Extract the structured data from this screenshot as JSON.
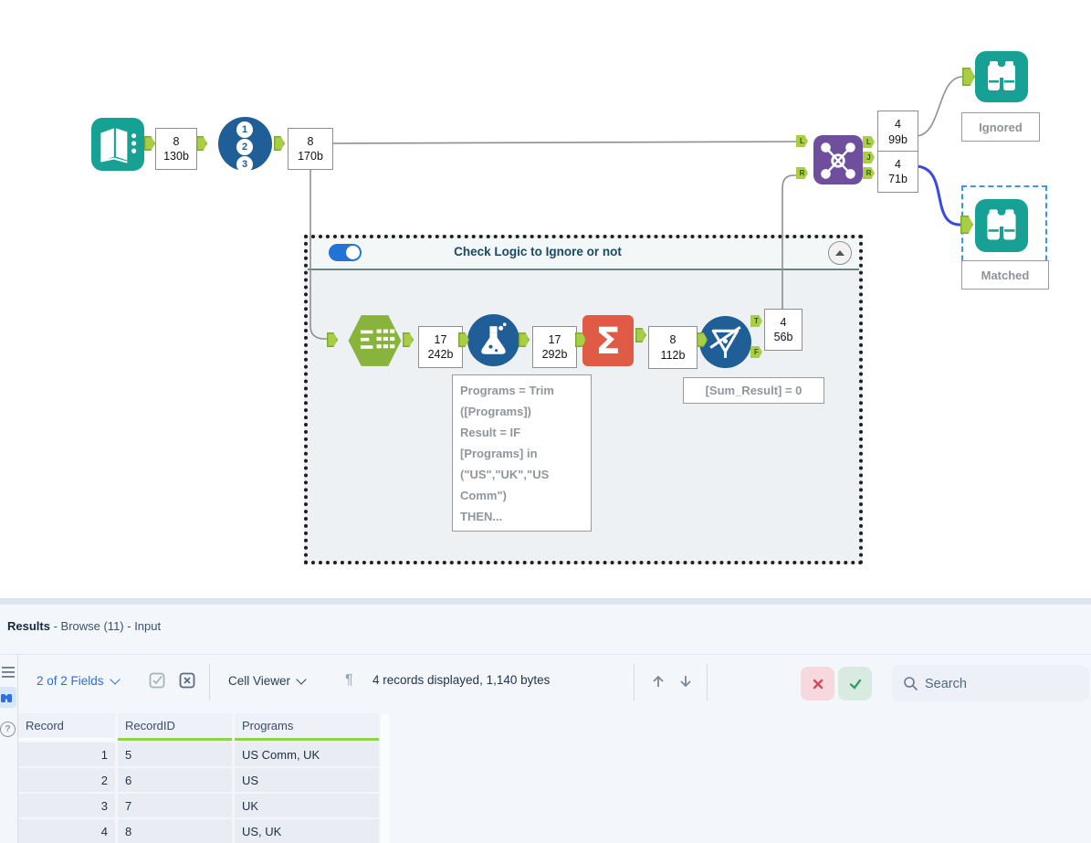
{
  "canvas": {
    "counts": {
      "input_out": {
        "records": "8",
        "size": "130b"
      },
      "recordid_out": {
        "records": "8",
        "size": "170b"
      },
      "ttc_out": {
        "records": "17",
        "size": "242b"
      },
      "formula_out": {
        "records": "17",
        "size": "292b"
      },
      "summarize_out": {
        "records": "8",
        "size": "112b"
      },
      "filter_true": {
        "records": "4",
        "size": "56b"
      },
      "join_left": {
        "records": "4",
        "size": "99b"
      },
      "join_join": {
        "records": "4",
        "size": "71b"
      }
    },
    "anchors": {
      "l": "L",
      "j": "J",
      "r": "R",
      "t": "T",
      "f": "F"
    },
    "container": {
      "title": "Check Logic to Ignore or not"
    },
    "comments": {
      "formula": "Programs = Trim\n([Programs])\nResult = IF\n[Programs] in\n(\"US\",\"UK\",\"US\nComm\")\nTHEN...",
      "filter": "[Sum_Result] = 0"
    },
    "labels": {
      "ignored": "Ignored",
      "matched": "Matched"
    },
    "icons": {
      "sigma": "Σ",
      "n1": "1",
      "n2": "2",
      "n3": "3"
    }
  },
  "results": {
    "title_bold": "Results",
    "title_rest": " - Browse (11) - Input",
    "toolbar": {
      "fields": "2 of 2 Fields",
      "cell_viewer": "Cell Viewer",
      "records_info": "4 records displayed, 1,140 bytes",
      "search_placeholder": "Search",
      "pilcrow": "¶",
      "help": "?"
    },
    "table": {
      "columns": [
        "Record",
        "RecordID",
        "Programs"
      ],
      "rows": [
        {
          "record": "1",
          "id": "5",
          "programs": "US Comm, UK"
        },
        {
          "record": "2",
          "id": "6",
          "programs": "US"
        },
        {
          "record": "3",
          "id": "7",
          "programs": "UK"
        },
        {
          "record": "4",
          "id": "8",
          "programs": "US, UK"
        }
      ]
    }
  },
  "colors": {
    "tool_teal": "#17a195",
    "tool_blue": "#1f5e97",
    "tool_purple": "#6f4f9d",
    "tool_orange": "#df5b45",
    "tool_green": "#88b43e",
    "anchor_green": "#a9ce44",
    "wire_grey": "#8f8f8f",
    "wire_blue": "#3b49dd",
    "link_blue": "#2a6fdb",
    "grid_green": "#86d54b",
    "panel_bg": "#f3f6fb"
  }
}
